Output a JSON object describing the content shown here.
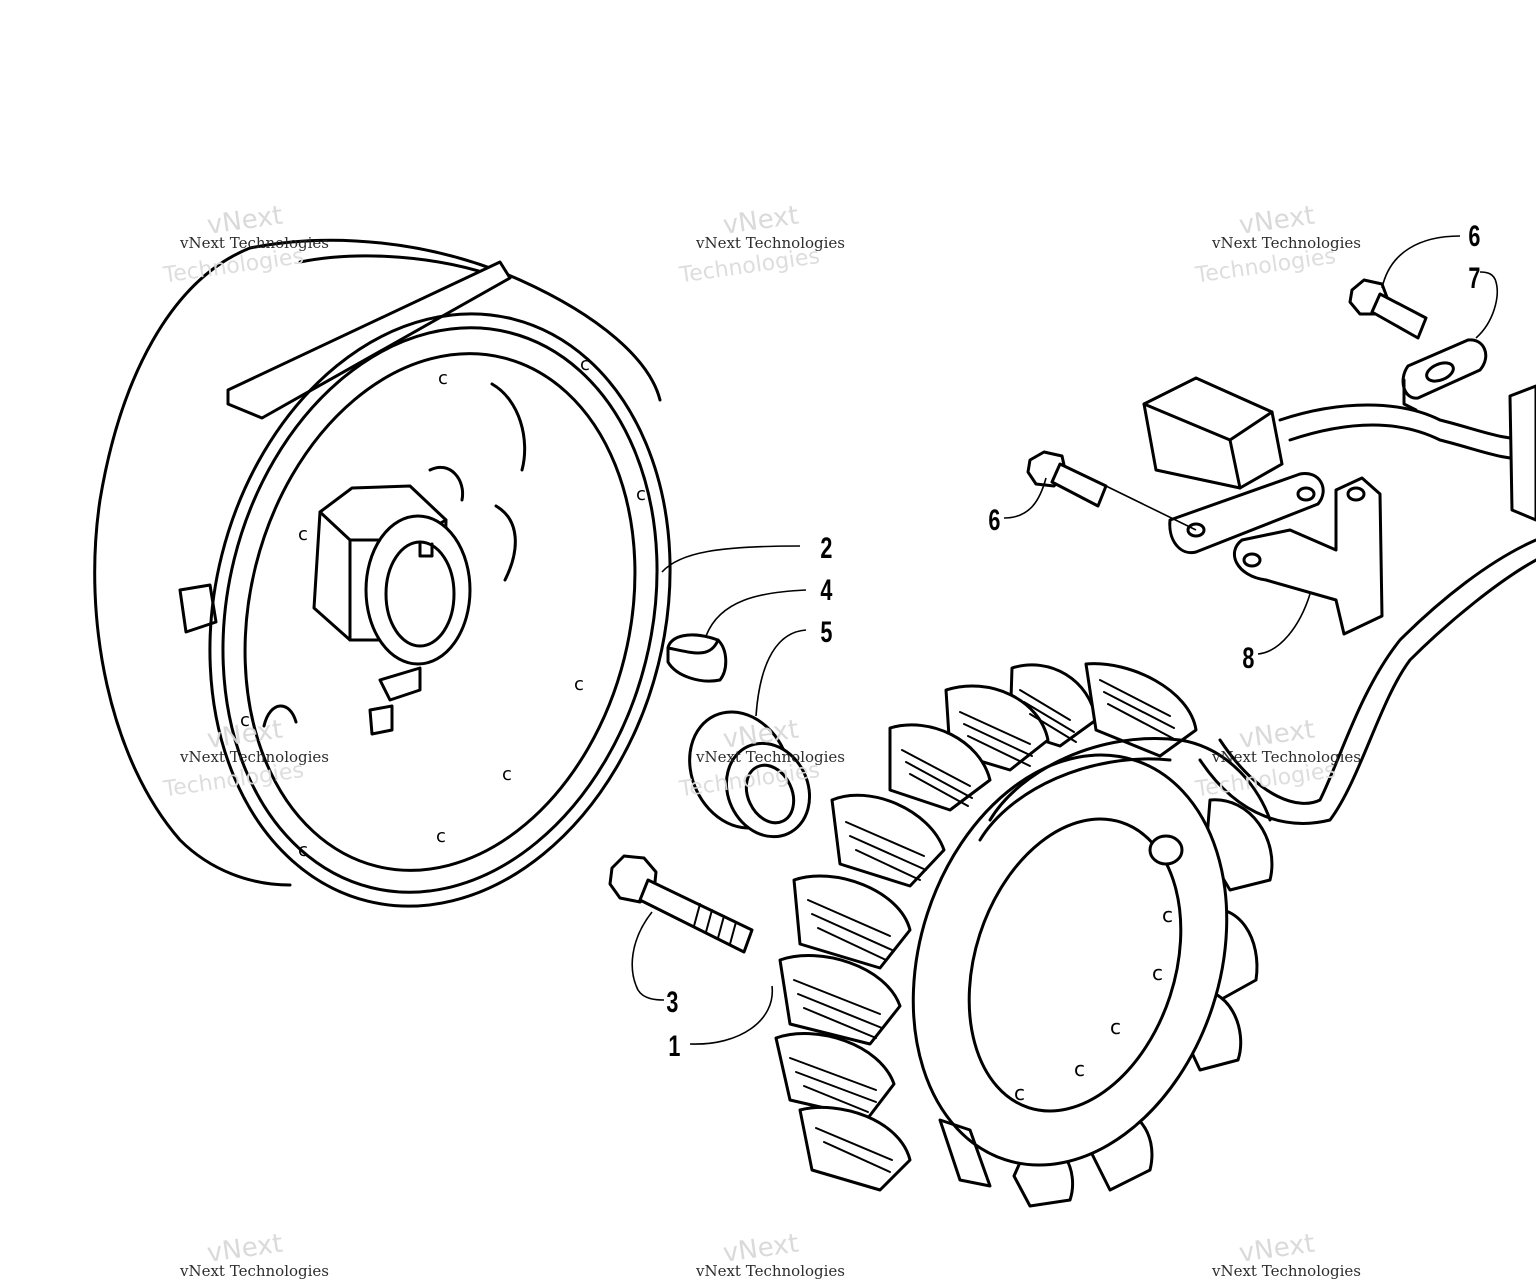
{
  "callouts": [
    {
      "id": "stator",
      "label": "1"
    },
    {
      "id": "flywheel",
      "label": "2"
    },
    {
      "id": "stator-bolt",
      "label": "3"
    },
    {
      "id": "key",
      "label": "4"
    },
    {
      "id": "spacer",
      "label": "5"
    },
    {
      "id": "screw-upper",
      "label": "6"
    },
    {
      "id": "screw-lower",
      "label": "6"
    },
    {
      "id": "plate",
      "label": "7"
    },
    {
      "id": "bracket",
      "label": "8"
    }
  ],
  "watermark": {
    "line": "vNext Technologies",
    "brand": "vNext",
    "word": "Technologies"
  }
}
